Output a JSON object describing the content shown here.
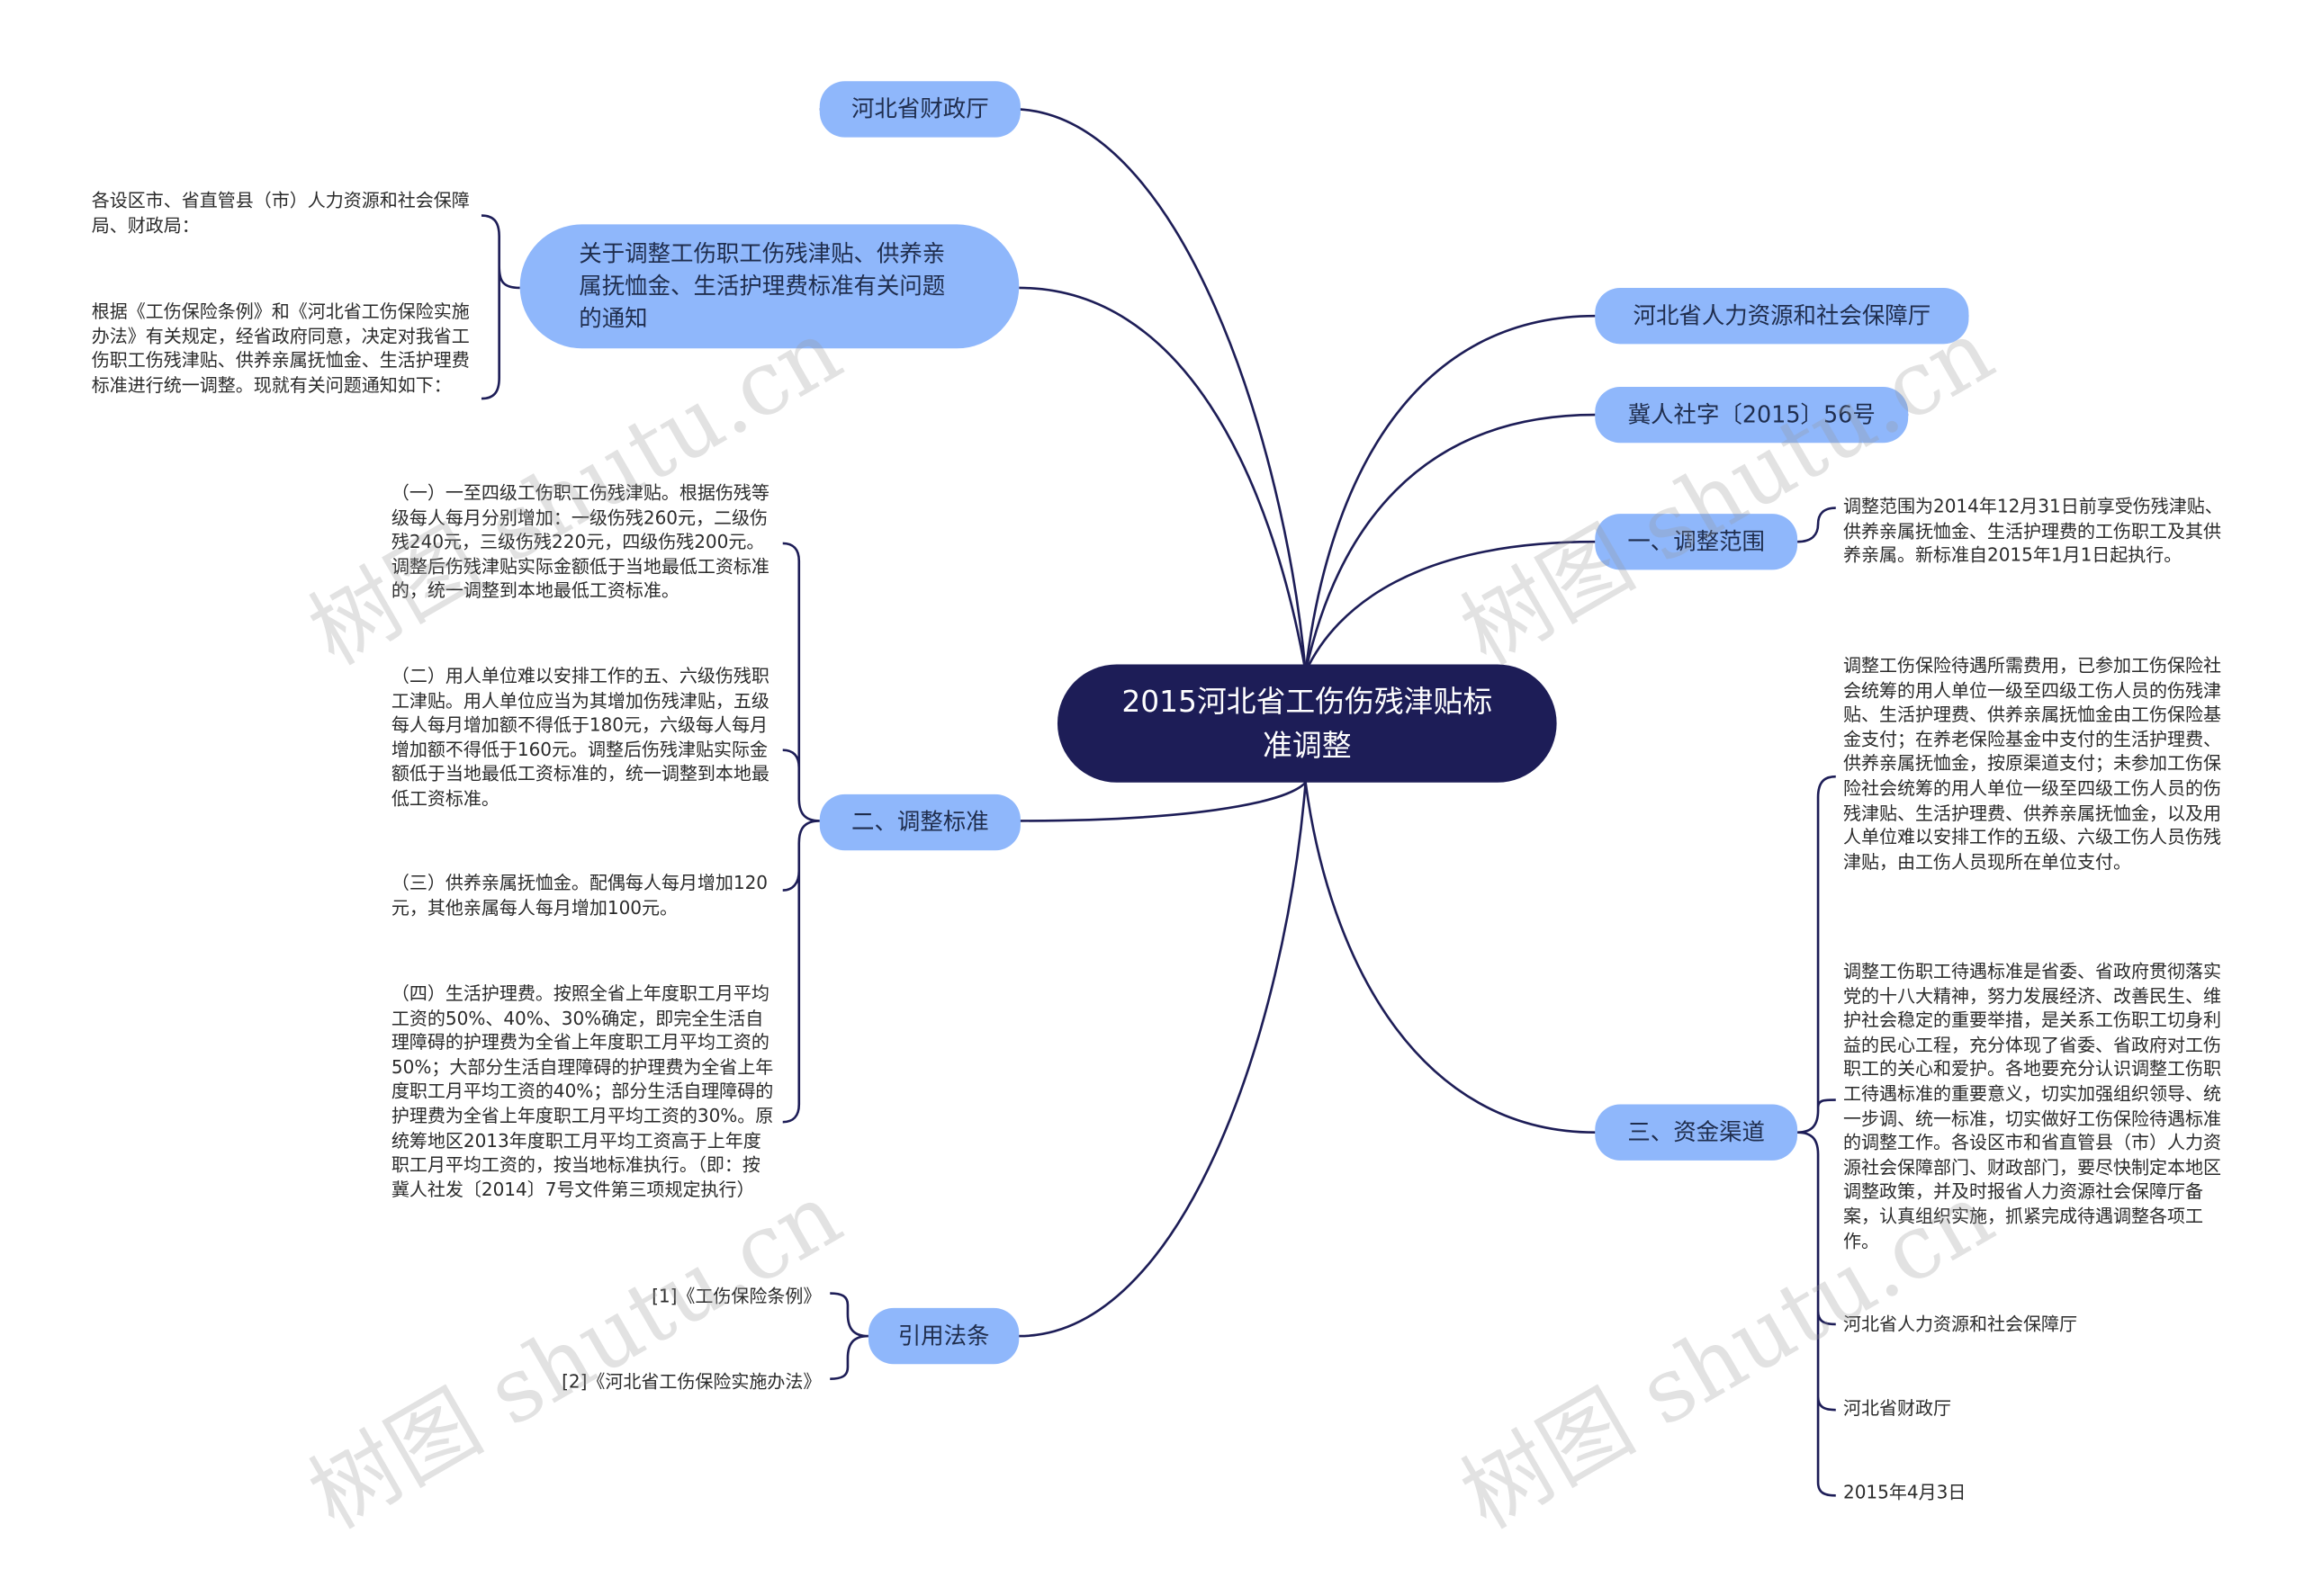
{
  "root": {
    "title": "2015河北省工伤伤残津贴标准调整"
  },
  "branches": {
    "b1": "河北省财政厅",
    "b2": "关于调整工伤职工伤残津贴、供养亲属抚恤金、生活护理费标准有关问题的通知",
    "b3": "二、调整标准",
    "b4": "引用法条",
    "b5": "河北省人力资源和社会保障厅",
    "b6": "冀人社字〔2015〕56号",
    "b7": "一、调整范围",
    "b8": "三、资金渠道"
  },
  "leaves": {
    "notice_1": "各设区市、省直管县（市）人力资源和社会保障局、财政局：",
    "notice_2": "根据《工伤保险条例》和《河北省工伤保险实施办法》有关规定，经省政府同意，决定对我省工伤职工伤残津贴、供养亲属抚恤金、生活护理费标准进行统一调整。现就有关问题通知如下：",
    "std_1": "（一）一至四级工伤职工伤残津贴。根据伤残等级每人每月分别增加：一级伤残260元，二级伤残240元，三级伤残220元，四级伤残200元。调整后伤残津贴实际金额低于当地最低工资标准的，统一调整到本地最低工资标准。",
    "std_2": "（二）用人单位难以安排工作的五、六级伤残职工津贴。用人单位应当为其增加伤残津贴，五级每人每月增加额不得低于180元，六级每人每月增加额不得低于160元。调整后伤残津贴实际金额低于当地最低工资标准的，统一调整到本地最低工资标准。",
    "std_3": "（三）供养亲属抚恤金。配偶每人每月增加120元，其他亲属每人每月增加100元。",
    "std_4": "（四）生活护理费。按照全省上年度职工月平均工资的50%、40%、30%确定，即完全生活自理障碍的护理费为全省上年度职工月平均工资的50%；大部分生活自理障碍的护理费为全省上年度职工月平均工资的40%；部分生活自理障碍的护理费为全省上年度职工月平均工资的30%。原统筹地区2013年度职工月平均工资高于上年度职工月平均工资的，按当地标准执行。（即：按冀人社发〔2014〕7号文件第三项规定执行）",
    "law_1": "[1]《工伤保险条例》",
    "law_2": "[2]《河北省工伤保险实施办法》",
    "scope_1": "调整范围为2014年12月31日前享受伤残津贴、供养亲属抚恤金、生活护理费的工伤职工及其供养亲属。新标准自2015年1月1日起执行。",
    "fund_1": "调整工伤保险待遇所需费用，已参加工伤保险社会统筹的用人单位一级至四级工伤人员的伤残津贴、生活护理费、供养亲属抚恤金由工伤保险基金支付；在养老保险基金中支付的生活护理费、供养亲属抚恤金，按原渠道支付；未参加工伤保险社会统筹的用人单位一级至四级工伤人员的伤残津贴、生活护理费、供养亲属抚恤金，以及用人单位难以安排工作的五级、六级工伤人员伤残津贴，由工伤人员现所在单位支付。",
    "fund_2": "调整工伤职工待遇标准是省委、省政府贯彻落实党的十八大精神，努力发展经济、改善民生、维护社会稳定的重要举措，是关系工伤职工切身利益的民心工程，充分体现了省委、省政府对工伤职工的关心和爱护。各地要充分认识调整工伤职工待遇标准的重要意义，切实加强组织领导、统一步调、统一标准，切实做好工伤保险待遇标准的调整工作。各设区市和省直管县（市）人力资源社会保障部门、财政部门，要尽快制定本地区调整政策，并及时报省人力资源社会保障厅备案，认真组织实施，抓紧完成待遇调整各项工作。",
    "fund_3": "河北省人力资源和社会保障厅",
    "fund_4": "河北省财政厅",
    "fund_5": "2015年4月3日"
  },
  "watermark": "树图 shutu.cn",
  "colors": {
    "root": "#1d1d57",
    "branch": "#8fb7fb",
    "edge": "#1d1d57"
  }
}
